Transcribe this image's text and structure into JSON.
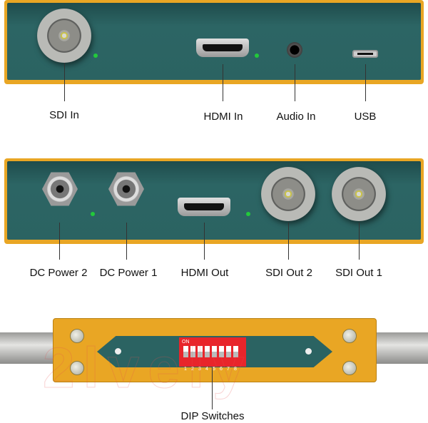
{
  "top_panel": {
    "labels": [
      "SDI In",
      "HDMI In",
      "Audio In",
      "USB"
    ]
  },
  "middle_panel": {
    "labels": [
      "DC Power 2",
      "DC Power 1",
      "HDMI Out",
      "SDI Out 2",
      "SDI Out 1"
    ]
  },
  "bottom_panel": {
    "label": "DIP Switches",
    "dip_on_label": "ON",
    "dip_numbers": [
      "1",
      "2",
      "3",
      "4",
      "5",
      "6",
      "7",
      "8"
    ]
  },
  "watermark": "2lvely",
  "colors": {
    "chassis": "#e9a624",
    "panel": "#2b6362",
    "led": "#22c93a",
    "dip": "#e8252b"
  }
}
